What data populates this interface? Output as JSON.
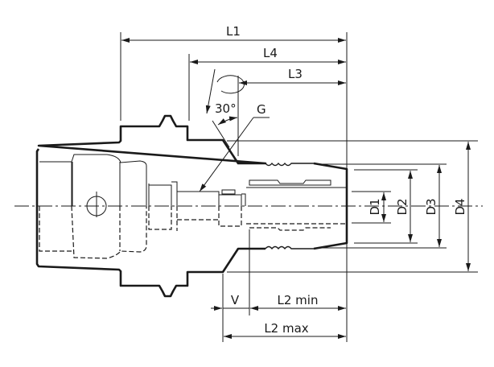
{
  "drawing": {
    "dimensions": {
      "L1": "L1",
      "L2_min": "L2 min",
      "L2_max": "L2 max",
      "L3": "L3",
      "L4": "L4",
      "V": "V",
      "D1": "D1",
      "D2": "D2",
      "D3": "D3",
      "D4": "D4",
      "G": "G",
      "angle": "30°"
    }
  }
}
